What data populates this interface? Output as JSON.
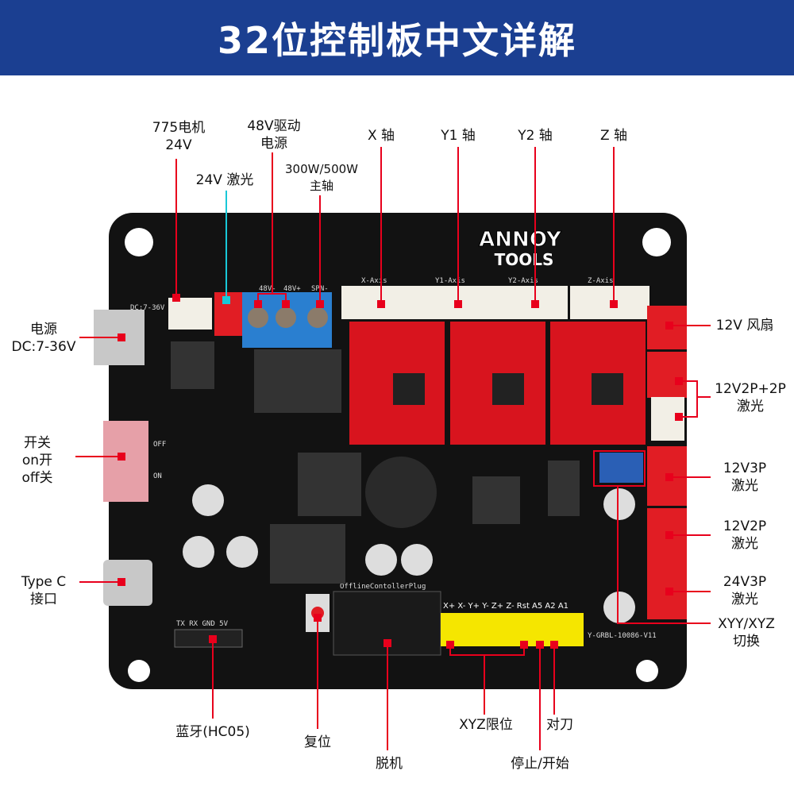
{
  "title": "32位控制板中文详解",
  "brand_logo": "ANNOY TOOLS",
  "colors": {
    "header": "#1b3f91",
    "board": "#121212",
    "callout": "#e8001c",
    "laser_callout": "#19c8d8",
    "driver": "#d8141e",
    "terminal": "#2a7fd0",
    "pin_header": "#f5e600"
  },
  "silkscreen": {
    "axes": [
      "X-Axis",
      "Y1-Axis",
      "Y2-Axis",
      "Z-Axis"
    ],
    "power_terms": [
      "48V-",
      "48V+",
      "SPN-"
    ],
    "limits": [
      "X+",
      "X-",
      "Y+",
      "Y-",
      "Z+",
      "Z-",
      "Rst",
      "A5",
      "A2",
      "A1"
    ],
    "offline": "OfflineContollerPlug",
    "switch": [
      "OFF",
      "ON"
    ],
    "dc": "DC:7-36V",
    "bt": [
      "TX",
      "RX",
      "GND",
      "5V"
    ],
    "board_id": "Y-GRBL-10086-V11"
  },
  "callouts": {
    "motor775": [
      "775电机",
      "24V"
    ],
    "laser24": "24V 激光",
    "drive48": [
      "48V驱动",
      "电源"
    ],
    "spindle": [
      "300W/500W",
      "主轴"
    ],
    "x_axis": "X 轴",
    "y1_axis": "Y1 轴",
    "y2_axis": "Y2 轴",
    "z_axis": "Z 轴",
    "power": [
      "电源",
      "DC:7-36V"
    ],
    "switch": [
      "开关",
      "on开",
      "off关"
    ],
    "typec": [
      "Type C",
      "接口"
    ],
    "fan12": "12V 风扇",
    "laser12_2p2p": [
      "12V2P+2P",
      "激光"
    ],
    "laser12_3p": [
      "12V3P",
      "激光"
    ],
    "laser12_2p": [
      "12V2P",
      "激光"
    ],
    "laser24_3p": [
      "24V3P",
      "激光"
    ],
    "xyy_switch": [
      "XYY/XYZ",
      "切换"
    ],
    "bluetooth": "蓝牙(HC05)",
    "reset": "复位",
    "offline": "脱机",
    "xyz_limit": "XYZ限位",
    "stop_start": "停止/开始",
    "probe": "对刀"
  }
}
